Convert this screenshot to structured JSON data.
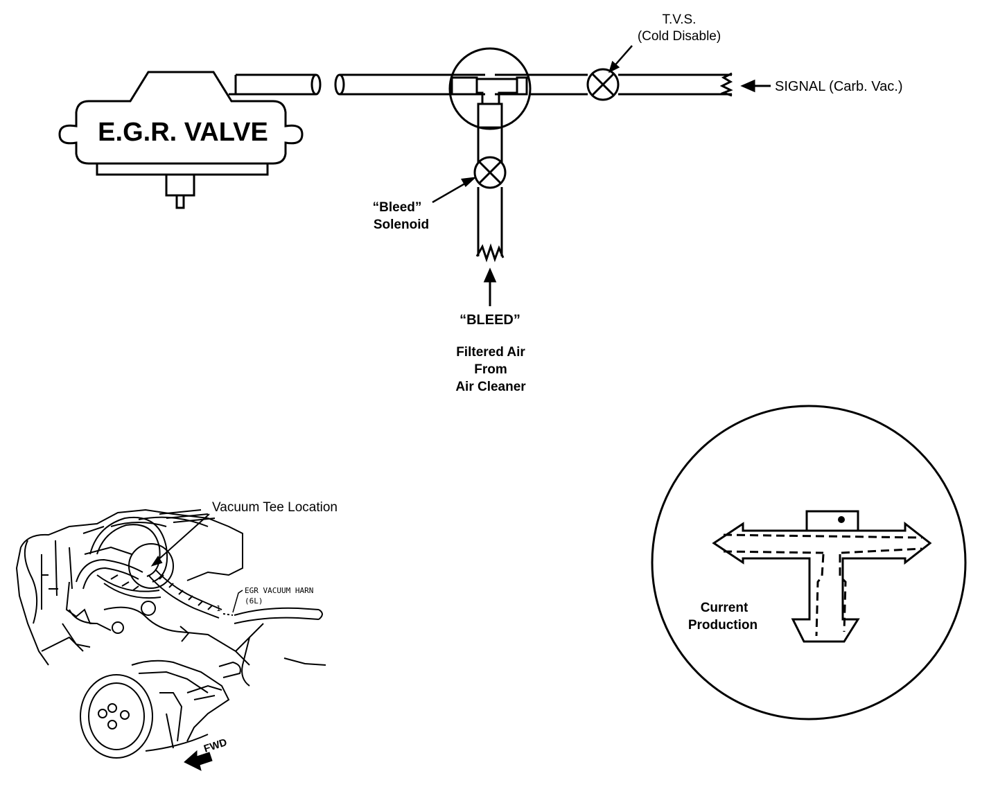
{
  "egr_valve": {
    "label": "E.G.R. VALVE"
  },
  "tvs": {
    "line1": "T.V.S.",
    "line2": "(Cold Disable)"
  },
  "signal": {
    "label": "SIGNAL (Carb. Vac.)"
  },
  "bleed_solenoid": {
    "line1": "“Bleed”",
    "line2": "Solenoid"
  },
  "bleed": {
    "label": "“BLEED”",
    "desc1": "Filtered Air",
    "desc2": "From",
    "desc3": "Air Cleaner"
  },
  "engine_view": {
    "tee_location": "Vacuum Tee Location",
    "harness_line1": "EGR VACUUM HARN",
    "harness_line2": "(6L)",
    "callout_number": "1",
    "fwd": "FWD"
  },
  "detail": {
    "line1": "Current",
    "line2": "Production"
  },
  "colors": {
    "ink": "#000000",
    "paper": "#ffffff"
  }
}
